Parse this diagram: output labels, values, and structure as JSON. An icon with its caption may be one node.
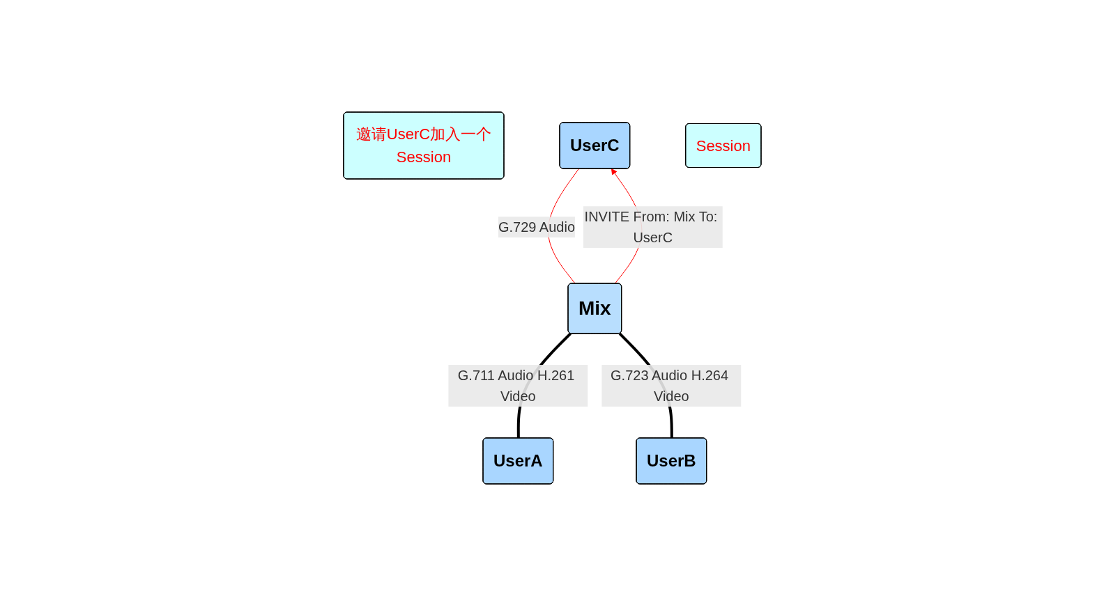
{
  "diagram": {
    "nodes": [
      {
        "text": [
          "邀请UserC加入一个Session"
        ]
      },
      {
        "text": [
          "UserC"
        ]
      },
      {
        "text": [
          "Session"
        ]
      },
      {
        "text": [
          "Mix"
        ]
      },
      {
        "text": [
          "UserA"
        ]
      },
      {
        "text": [
          "UserB"
        ]
      }
    ],
    "edges": [
      {
        "from": 3,
        "to": 1,
        "arrow": "to",
        "label": "INVITE From: Mix To: UserC",
        "color": "#ff0000"
      },
      {
        "from": 1,
        "to": 3,
        "arrow": "none",
        "label": "G.729 Audio",
        "color": "#ff0000"
      },
      {
        "from": 3,
        "to": 4,
        "arrow": "none",
        "label": "G.711 Audio H.261 Video",
        "style": "thick",
        "color": "#000000"
      },
      {
        "from": 3,
        "to": 5,
        "arrow": "none",
        "label": "G.723 Audio H.264 Video",
        "style": "thick",
        "color": "#000000"
      }
    ]
  }
}
